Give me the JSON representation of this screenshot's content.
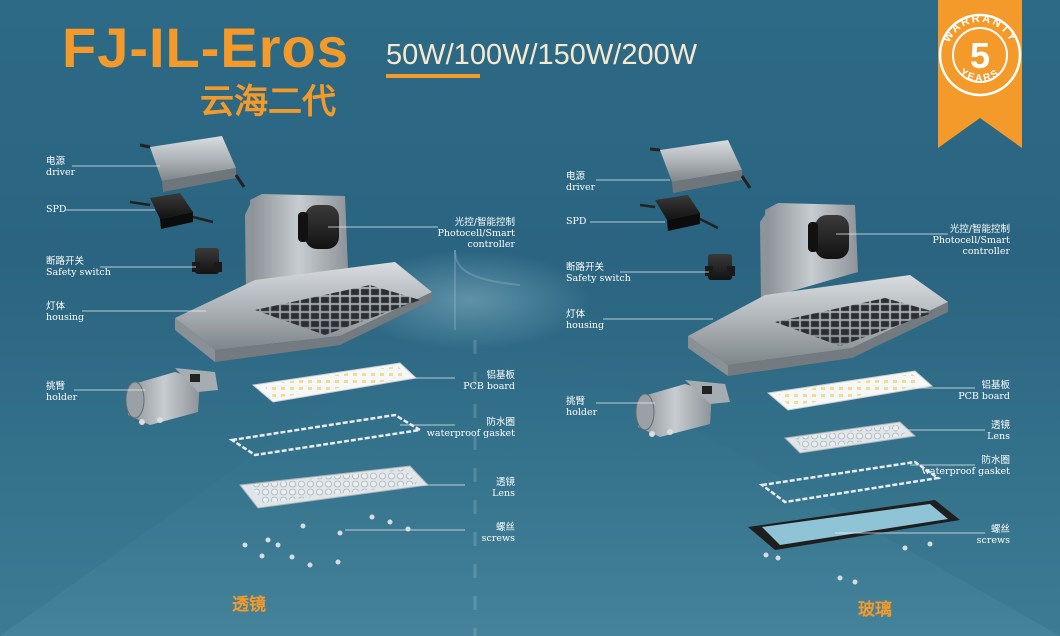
{
  "title": "FJ-IL-Eros",
  "subtitle_cn": "云海二代",
  "wattage": "50W/100W/150W/200W",
  "badge": {
    "top_text": "WARRANTY",
    "number": "5",
    "bottom_text": "YEARS",
    "color": "#f39a2a"
  },
  "accent_color": "#f39a2a",
  "left_diagram": {
    "caption": "透镜",
    "labels": {
      "driver": {
        "cn": "电源",
        "en": "driver"
      },
      "spd": {
        "en": "SPD"
      },
      "safety": {
        "cn": "断路开关",
        "en": "Safety switch"
      },
      "housing": {
        "cn": "灯体",
        "en": "housing"
      },
      "holder": {
        "cn": "挑臂",
        "en": "holder"
      },
      "photocell": {
        "cn": "光控/智能控制",
        "en": "Photocell/Smart controller"
      },
      "pcb": {
        "cn": "铝基板",
        "en": "PCB board"
      },
      "gasket": {
        "cn": "防水圈",
        "en": "waterproof gasket"
      },
      "lens": {
        "cn": "透镜",
        "en": "Lens"
      },
      "screws": {
        "cn": "螺丝",
        "en": "screws"
      }
    }
  },
  "right_diagram": {
    "caption": "玻璃",
    "labels": {
      "driver": {
        "cn": "电源",
        "en": "driver"
      },
      "spd": {
        "en": "SPD"
      },
      "safety": {
        "cn": "断路开关",
        "en": "Safety switch"
      },
      "housing": {
        "cn": "灯体",
        "en": "housing"
      },
      "holder": {
        "cn": "挑臂",
        "en": "holder"
      },
      "photocell": {
        "cn": "光控/智能控制",
        "en": "Photocell/Smart controller"
      },
      "pcb": {
        "cn": "铝基板",
        "en": "PCB board"
      },
      "lens": {
        "cn": "透镜",
        "en": "Lens"
      },
      "gasket": {
        "cn": "防水圈",
        "en": "waterproof gasket"
      },
      "screws": {
        "cn": "螺丝",
        "en": "screws"
      }
    }
  }
}
